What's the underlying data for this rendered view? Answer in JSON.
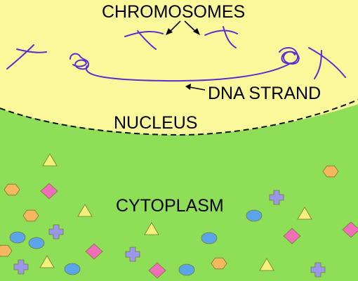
{
  "labels": {
    "chromosomes": "CHROMOSOMES",
    "dna_strand": "DNA STRAND",
    "nucleus": "NUCLEUS",
    "cytoplasm": "CYTOPLASM"
  },
  "colors": {
    "cytoplasm": "#8ede58",
    "nucleus": "#fbf89c",
    "membrane": "#111111",
    "dna": "#5a2fd0",
    "triangle": "#f5f07a",
    "hexagon": "#f5b860",
    "diamond": "#ee6fb8",
    "ellipse": "#5aa4ec",
    "cross": "#9b97ee"
  },
  "organelles": {
    "triangle": "triangle",
    "hexagon": "hexagon",
    "diamond": "diamond",
    "ellipse": "ellipse",
    "cross": "cross"
  }
}
